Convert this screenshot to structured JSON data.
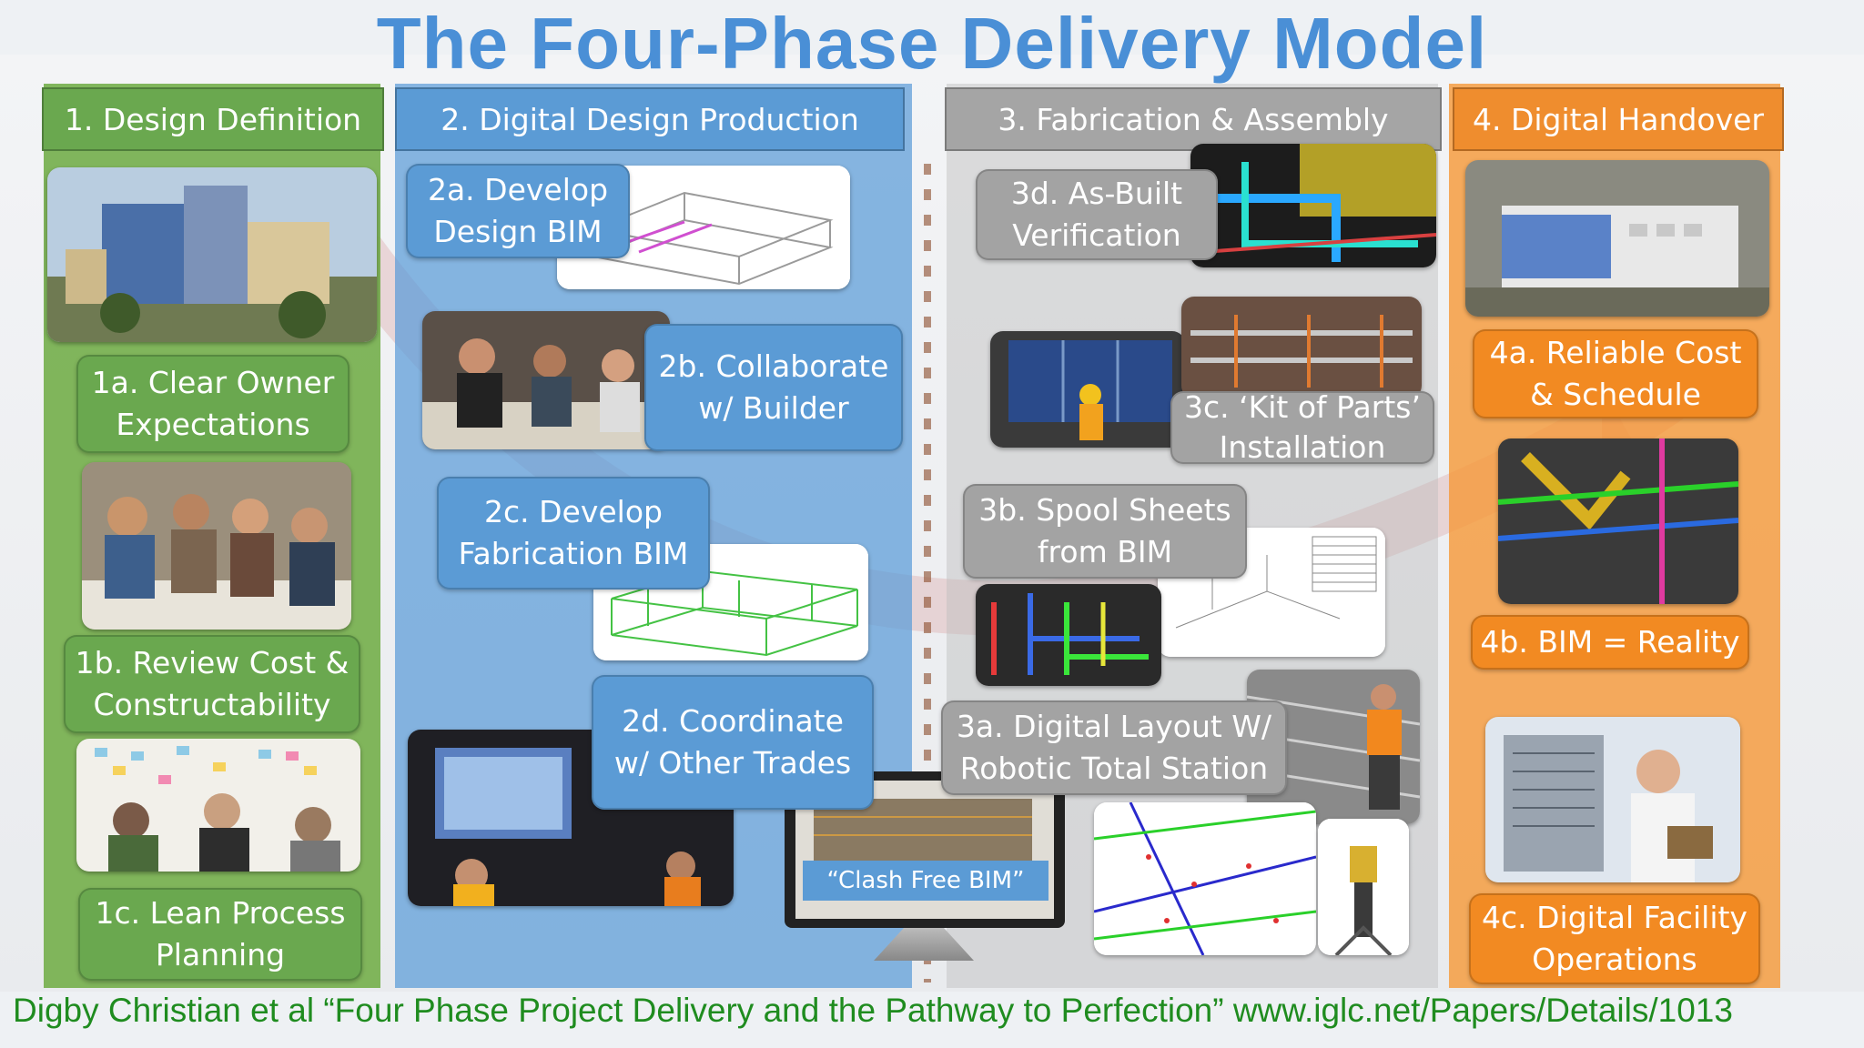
{
  "title": "The Four-Phase Delivery Model",
  "phases": [
    {
      "header": "1. Design Definition",
      "color": "#6aa84f",
      "steps": [
        "1a. Clear Owner\nExpectations",
        "1b. Review Cost &\nConstructability",
        "1c. Lean Process\nPlanning"
      ]
    },
    {
      "header": "2. Digital Design Production",
      "color": "#5b9bd5",
      "steps": [
        "2a. Develop\nDesign BIM",
        "2b. Collaborate\nw/ Builder",
        "2c. Develop\nFabrication BIM",
        "2d. Coordinate\nw/ Other Trades"
      ]
    },
    {
      "header": "3. Fabrication & Assembly",
      "color": "#a5a5a5",
      "steps": [
        "3d. As-Built\nVerification",
        "3c. ‘Kit of Parts’\nInstallation",
        "3b. Spool Sheets\nfrom BIM",
        "3a. Digital Layout W/\nRobotic Total Station"
      ]
    },
    {
      "header": "4. Digital Handover",
      "color": "#ef8d2e",
      "steps": [
        "4a. Reliable Cost\n& Schedule",
        "4b. BIM = Reality",
        "4c. Digital Facility\nOperations"
      ]
    }
  ],
  "clash_label": "“Clash Free BIM”",
  "citation": "Digby Christian et al “Four Phase Project Delivery and the Pathway to Perfection” www.iglc.net/Papers/Details/1013"
}
